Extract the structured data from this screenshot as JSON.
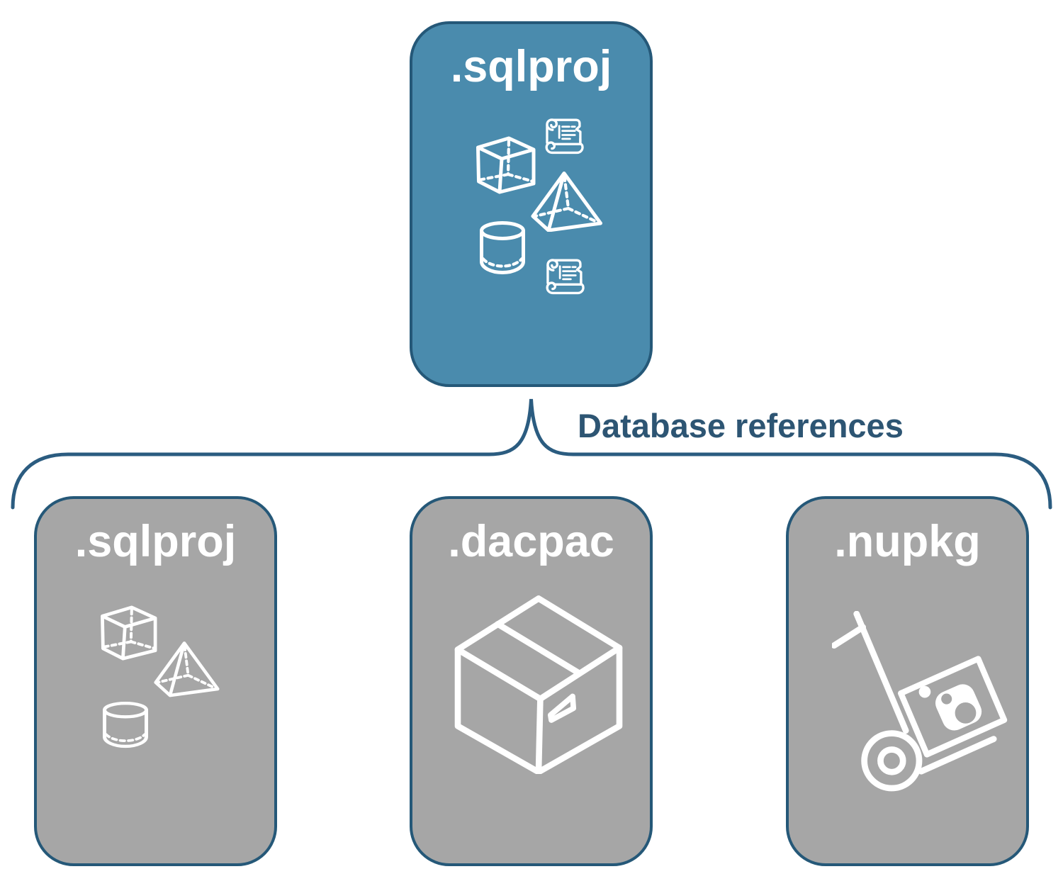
{
  "colors": {
    "root-fill": "#4A8BAD",
    "child-fill": "#A6A6A6",
    "node-border": "#255878",
    "brace": "#2B5C80",
    "label-text": "#2D5573",
    "icon-stroke": "#FFFFFF",
    "background": "#FFFFFF"
  },
  "root_node": {
    "label": ".sqlproj",
    "icons": [
      "scroll-icon",
      "cube-icon",
      "pyramid-icon",
      "cylinder-icon",
      "scroll-icon"
    ]
  },
  "connector_label": "Database references",
  "child_nodes": [
    {
      "label": ".sqlproj",
      "icons": [
        "cube-icon",
        "pyramid-icon",
        "cylinder-icon"
      ]
    },
    {
      "label": ".dacpac",
      "icons": [
        "package-box-icon"
      ]
    },
    {
      "label": ".nupkg",
      "icons": [
        "hand-truck-icon",
        "nuget-logo-icon"
      ]
    }
  ]
}
